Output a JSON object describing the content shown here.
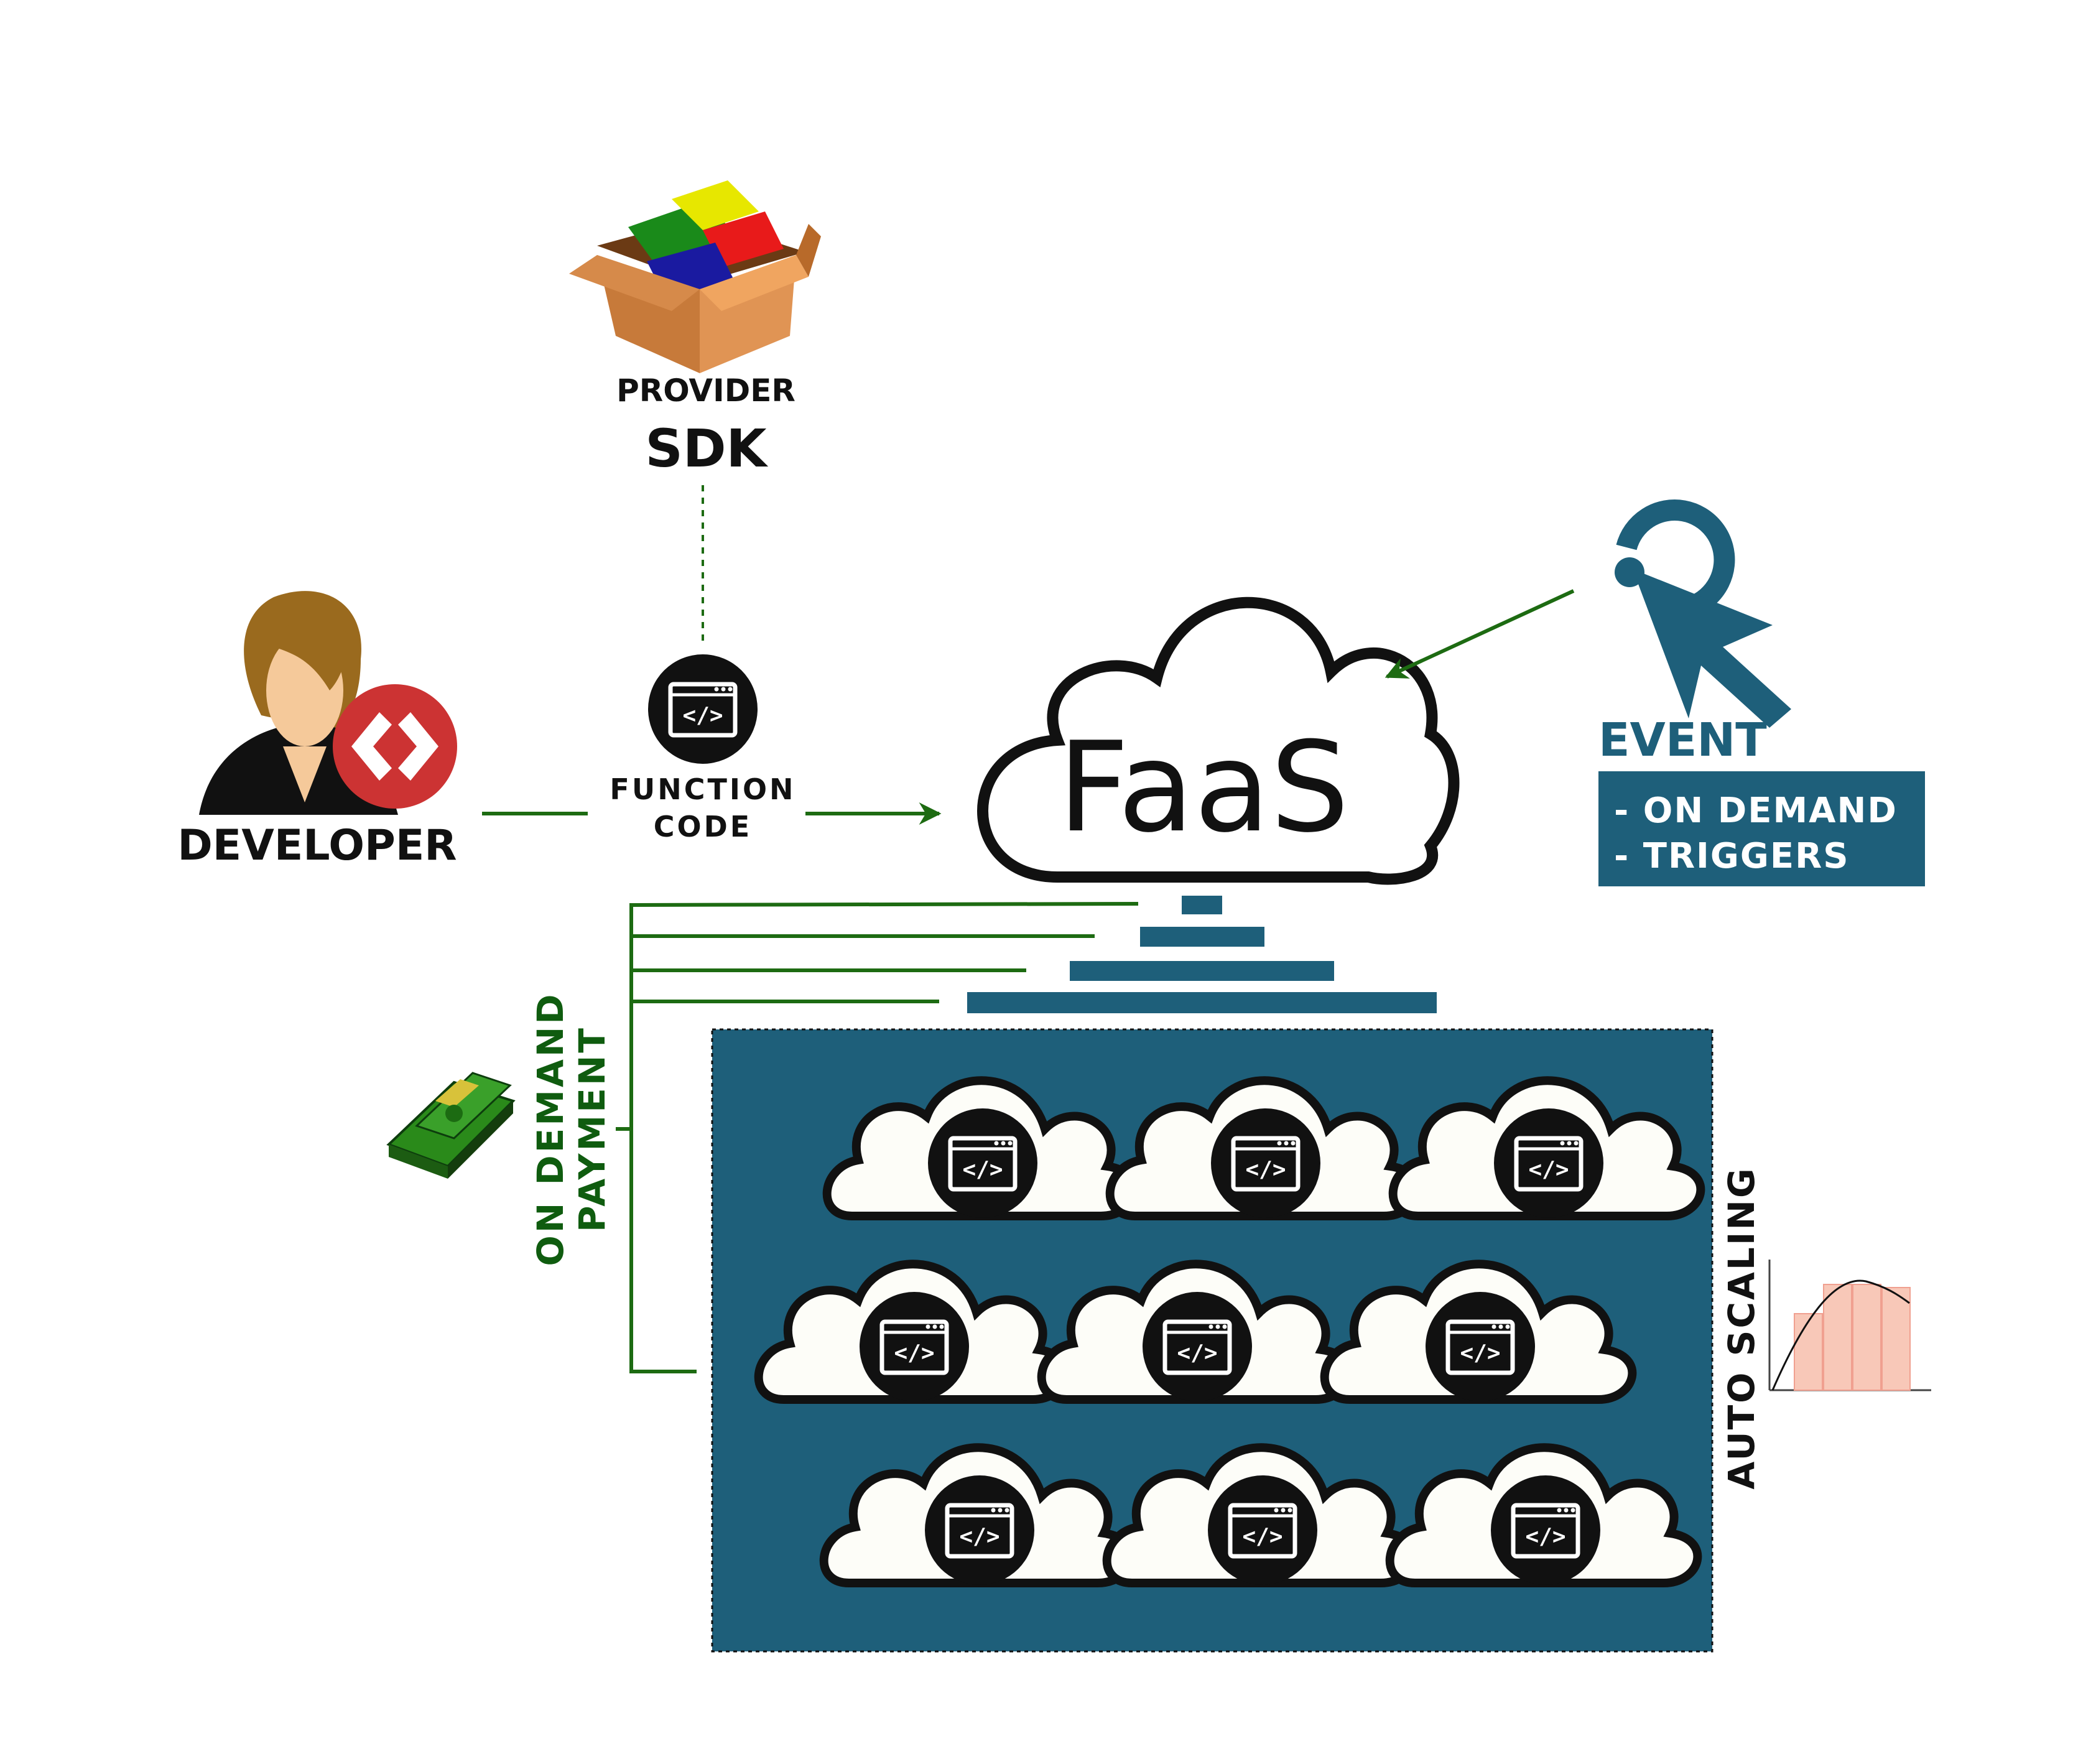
{
  "provider": {
    "label": "PROVIDER",
    "sdk_label": "SDK"
  },
  "developer": {
    "label": "DEVELOPER",
    "badge_icon": "code-chevrons-icon"
  },
  "function_code": {
    "line1": "FUNCTION",
    "line2": "CODE",
    "icon_glyph": "</>"
  },
  "faas": {
    "label": "FaaS"
  },
  "event": {
    "title": "EVENT",
    "items": [
      "- ON DEMAND",
      "- TRIGGERS"
    ],
    "icon": "click-pointer-icon"
  },
  "payment": {
    "line1": "ON DEMAND",
    "line2": "PAYMENT",
    "icon": "money-stack-icon"
  },
  "scaling": {
    "label": "AUTO SCALING",
    "icon": "scaling-chart-icon"
  },
  "instances": {
    "count": 9,
    "glyph": "</>"
  },
  "colors": {
    "teal": "#1e5f7a",
    "green": "#1d6b12",
    "dark_green": "#0f5c0f",
    "black": "#111111",
    "cloud_fill": "#fdfdf8",
    "developer_red": "#cc3333"
  }
}
